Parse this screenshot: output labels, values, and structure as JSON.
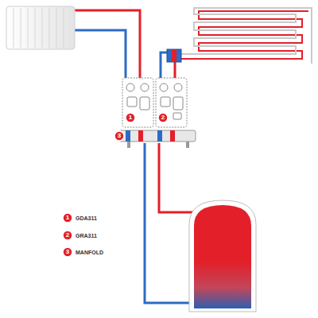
{
  "diagram": {
    "labels": [
      "1",
      "2",
      "3",
      "1",
      "2",
      "3"
    ],
    "legend": [
      {
        "text": "GDA311"
      },
      {
        "text": "GRA311"
      },
      {
        "text": "MANFOLD"
      }
    ]
  }
}
